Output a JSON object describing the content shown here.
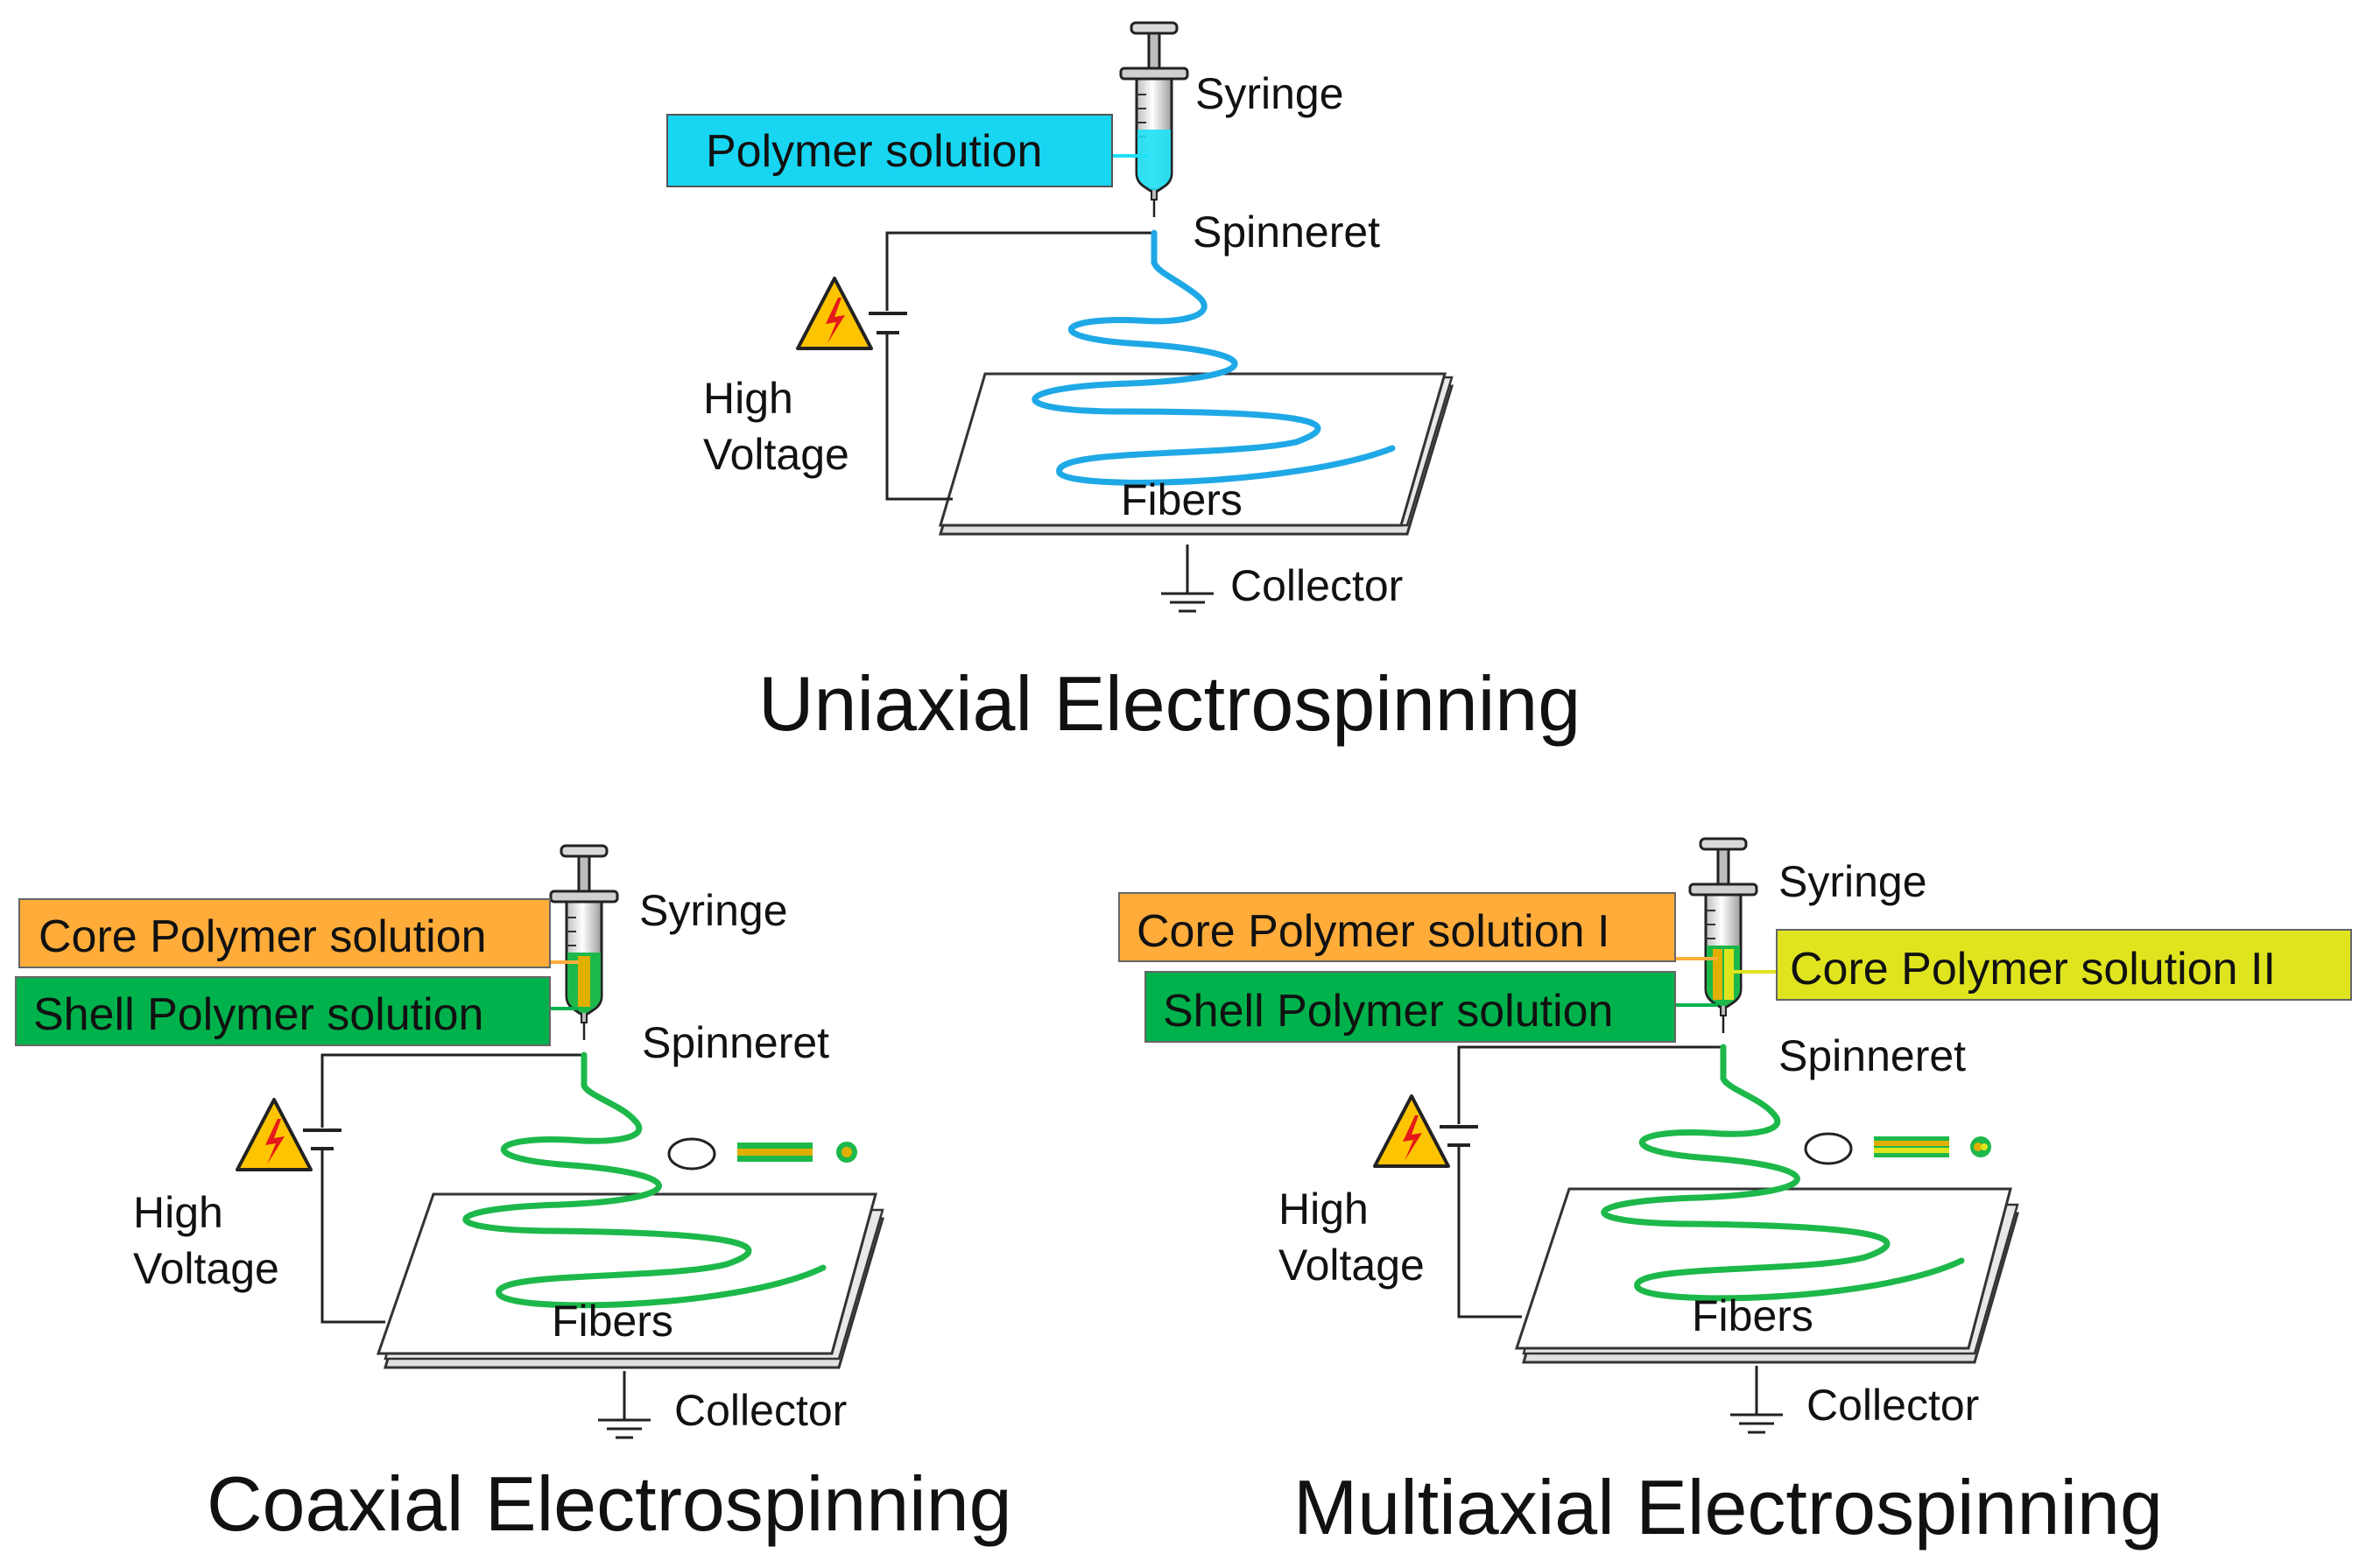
{
  "colors": {
    "fiber_blue": "#1fa8e6",
    "fiber_green": "#1db84a",
    "polymer_cyan": "#1ee0f5",
    "box_cyan": "#18d6f2",
    "box_orange": "#ffac3a",
    "box_green": "#00b24c",
    "box_yellow": "#dfe41f",
    "core_gold": "#e0b000",
    "hazard_yellow": "#ffc400",
    "hazard_red": "#e51a1a"
  },
  "icons": [
    "syringe-icon",
    "high-voltage-warning-icon",
    "ground-symbol-icon",
    "dc-source-icon"
  ],
  "panels": {
    "uniaxial": {
      "title": "Uniaxial Electrospinning",
      "syringe_label": "Syringe",
      "spinneret_label": "Spinneret",
      "voltage_line1": "High",
      "voltage_line2": "Voltage",
      "fibers_label": "Fibers",
      "collector_label": "Collector",
      "solution_box": "Polymer solution"
    },
    "coaxial": {
      "title": "Coaxial Electrospinning",
      "syringe_label": "Syringe",
      "spinneret_label": "Spinneret",
      "voltage_line1": "High",
      "voltage_line2": "Voltage",
      "fibers_label": "Fibers",
      "collector_label": "Collector",
      "core_box": "Core Polymer solution",
      "shell_box": "Shell Polymer solution"
    },
    "multiaxial": {
      "title": "Multiaxial Electrospinning",
      "syringe_label": "Syringe",
      "spinneret_label": "Spinneret",
      "voltage_line1": "High",
      "voltage_line2": "Voltage",
      "fibers_label": "Fibers",
      "collector_label": "Collector",
      "core1_box": "Core Polymer solution I",
      "core2_box": "Core Polymer solution II",
      "shell_box": "Shell Polymer solution"
    }
  }
}
